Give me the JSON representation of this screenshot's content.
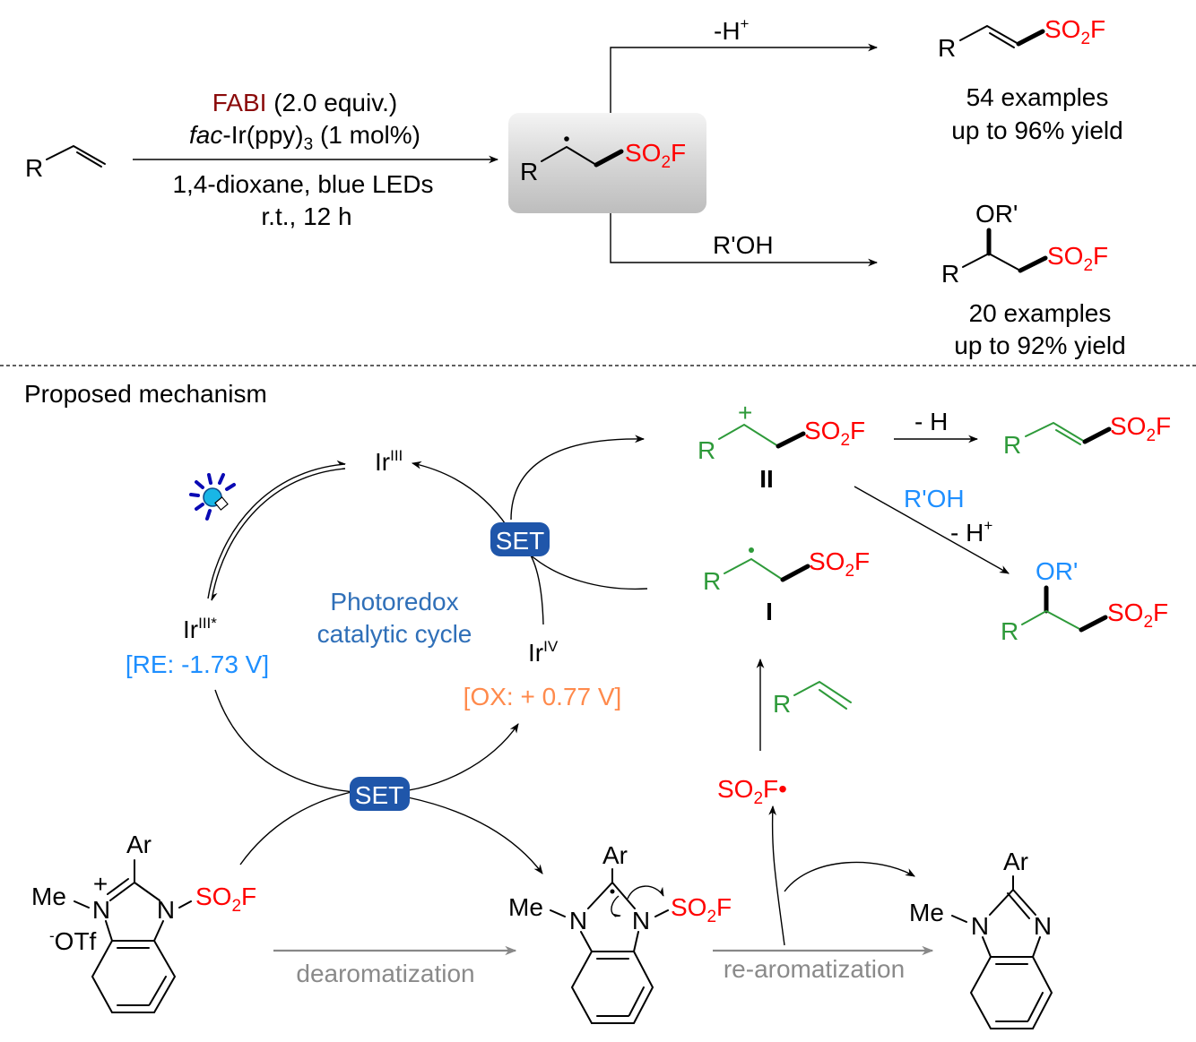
{
  "colors": {
    "reagent": "#8b0a0a",
    "sulfonyl_fluoride": "#ff0000",
    "intermediate": "#2e9a3a",
    "reduction_potential": "#1e8fff",
    "oxidation_potential": "#ff8a4c",
    "set_badge": "#1f56aa",
    "cycle_label": "#2f6fb8",
    "process_label": "#8a8a8a"
  },
  "so2f": [
    "SO",
    "2",
    "F"
  ],
  "reaction": {
    "substrate_r": "R",
    "reagent_name": "FABI",
    "reagent_amount": " (2.0 equiv.)",
    "catalyst_prefix": "fac",
    "catalyst": "-Ir(ppy)",
    "catalyst_sub": "3",
    "catalyst_load": " (1 mol%)",
    "solvent": "1,4-dioxane, blue LEDs",
    "conditions": "r.t., 12 h",
    "intermediate_r": "R"
  },
  "branch_top": {
    "label": "-H",
    "sup": "+"
  },
  "branch_bottom": {
    "label": "R'OH"
  },
  "product_1": {
    "r": "R",
    "examples": "54 examples",
    "yield": "up to 96% yield"
  },
  "product_2": {
    "r": "R",
    "or": "OR'",
    "examples": "20 examples",
    "yield": "up to 92% yield"
  },
  "mechanism": {
    "title": "Proposed mechanism",
    "ir3": {
      "base": "Ir",
      "sup": "III"
    },
    "ir3_excited": {
      "base": "Ir",
      "sup": "III*"
    },
    "ir4": {
      "base": "Ir",
      "sup": "IV"
    },
    "re_potential": "[RE: -1.73 V]",
    "ox_potential": "[OX: + 0.77 V]",
    "cycle_label_1": "Photoredox",
    "cycle_label_2": "catalytic cycle",
    "set_label": "SET",
    "light_icon": "lightbulb-icon",
    "cation_label": "II",
    "cation_charge": "+",
    "radical_label": "I",
    "minus_h": "- H",
    "roh": "R'OH",
    "minus_hplus": "- H",
    "plus": "+",
    "r": "R",
    "or": "OR'",
    "radical_so2f_dot": "•",
    "ar": "Ar",
    "me": "Me",
    "n": "N",
    "otf": "OTf",
    "minus": "-",
    "dearomatization": "dearomatization",
    "rearomatization": "re-aromatization"
  }
}
